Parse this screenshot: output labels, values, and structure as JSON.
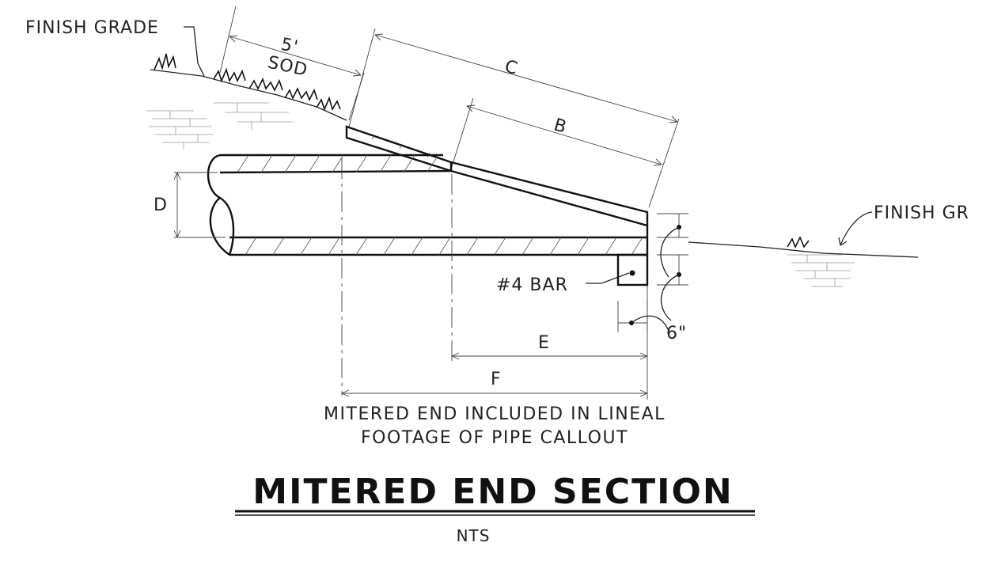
{
  "labels": {
    "finish_grade_left": "FINISH GRADE",
    "finish_grade_right": "FINISH GR",
    "sod_dim": "5'",
    "sod": "SOD",
    "dim_c": "C",
    "dim_b": "B",
    "dim_d": "D",
    "dim_e": "E",
    "dim_f": "F",
    "bar": "#4 BAR",
    "six_inch": "6\""
  },
  "notes": {
    "line1": "MITERED END INCLUDED IN LINEAL",
    "line2": "FOOTAGE OF PIPE CALLOUT"
  },
  "title": "MITERED END SECTION",
  "scale": "NTS"
}
